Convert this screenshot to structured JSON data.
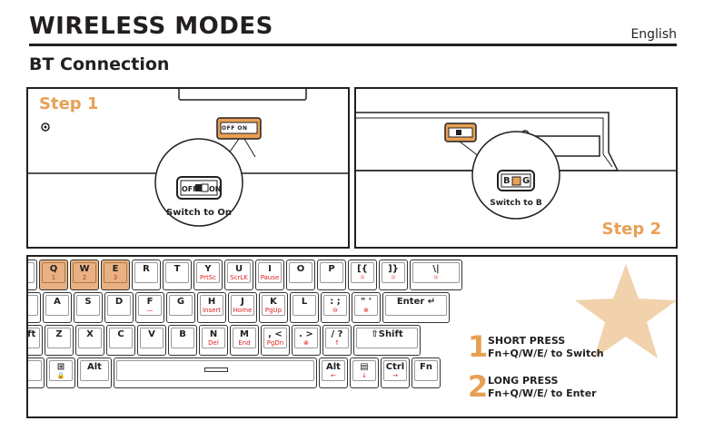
{
  "header": {
    "title": "WIRELESS MODES",
    "language": "English"
  },
  "section_title": "BT Connection",
  "step1": {
    "label": "Step 1",
    "switch_small": "OFF ON",
    "switch_large_off": "OFF",
    "switch_large_on": "ON",
    "caption": "Switch to On"
  },
  "step2": {
    "label": "Step 2",
    "switch_large_b": "B",
    "switch_large_g": "G",
    "caption": "Switch to B"
  },
  "colors": {
    "accent": "#e8a055",
    "highlight_key": "#e9b183",
    "red_legend": "#e02020",
    "star": "#f1d2ad"
  },
  "keyboard": {
    "row1": [
      {
        "main": "",
        "sub": ""
      },
      {
        "main": "Q",
        "sub": "1",
        "hl": true
      },
      {
        "main": "W",
        "sub": "2",
        "hl": true
      },
      {
        "main": "E",
        "sub": "3",
        "hl": true
      },
      {
        "main": "R",
        "sub": ""
      },
      {
        "main": "T",
        "sub": ""
      },
      {
        "main": "Y",
        "sub": "PrtSc"
      },
      {
        "main": "U",
        "sub": "ScrLK"
      },
      {
        "main": "I",
        "sub": "Pause"
      },
      {
        "main": "O",
        "sub": ""
      },
      {
        "main": "P",
        "sub": ""
      },
      {
        "main": "[{",
        "sub": "☼"
      },
      {
        "main": "]}",
        "sub": "☼"
      },
      {
        "main": "\\|",
        "sub": "☼"
      }
    ],
    "row2": [
      {
        "main": "",
        "sub": ""
      },
      {
        "main": "A",
        "sub": ""
      },
      {
        "main": "S",
        "sub": ""
      },
      {
        "main": "D",
        "sub": ""
      },
      {
        "main": "F",
        "sub": "—"
      },
      {
        "main": "G",
        "sub": ""
      },
      {
        "main": "H",
        "sub": "Insert"
      },
      {
        "main": "J",
        "sub": "Home"
      },
      {
        "main": "K",
        "sub": "PgUp"
      },
      {
        "main": "L",
        "sub": ""
      },
      {
        "main": ": ;",
        "sub": "⊖"
      },
      {
        "main": "\" '",
        "sub": "⊕"
      },
      {
        "main": "Enter ↵",
        "sub": ""
      }
    ],
    "row3": [
      {
        "main": "ift",
        "sub": ""
      },
      {
        "main": "Z",
        "sub": ""
      },
      {
        "main": "X",
        "sub": ""
      },
      {
        "main": "C",
        "sub": ""
      },
      {
        "main": "V",
        "sub": ""
      },
      {
        "main": "B",
        "sub": ""
      },
      {
        "main": "N",
        "sub": "Del"
      },
      {
        "main": "M",
        "sub": "End"
      },
      {
        "main": ", <",
        "sub": "PgDn"
      },
      {
        "main": ". >",
        "sub": "⊗"
      },
      {
        "main": "/ ?",
        "sub": "↑"
      },
      {
        "main": "⇧Shift",
        "sub": ""
      }
    ],
    "row4": [
      {
        "main": "",
        "sub": ""
      },
      {
        "main": "⊞",
        "sub": "🔒"
      },
      {
        "main": "Alt",
        "sub": ""
      },
      {
        "main": "",
        "sub": ""
      },
      {
        "main": "Alt",
        "sub": "←"
      },
      {
        "main": "▤",
        "sub": "↓"
      },
      {
        "main": "Ctrl",
        "sub": "→"
      },
      {
        "main": "Fn",
        "sub": ""
      }
    ]
  },
  "legend": {
    "item1": {
      "number": "1",
      "line1": "SHORT PRESS",
      "line2": "Fn+Q/W/E/ to Switch"
    },
    "item2": {
      "number": "2",
      "line1": "LONG PRESS",
      "line2": "Fn+Q/W/E/ to Enter"
    }
  }
}
